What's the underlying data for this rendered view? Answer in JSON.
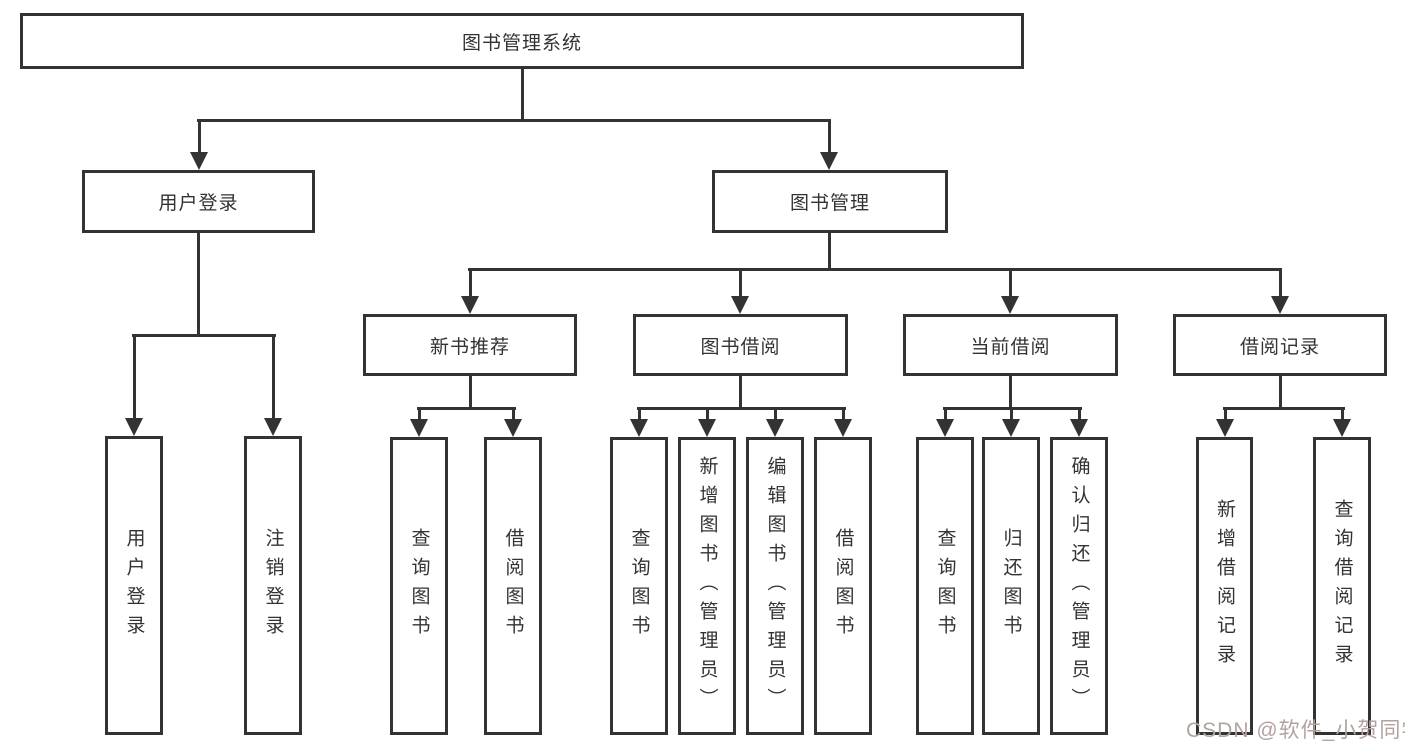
{
  "diagram": {
    "type": "tree-diagram",
    "title": "图书管理系统",
    "nodes": {
      "root": "图书管理系统",
      "user_login": "用户登录",
      "book_management": "图书管理",
      "ul_user_login": "用户登录",
      "ul_logout": "注销登录",
      "new_book_recommend": "新书推荐",
      "book_borrow": "图书借阅",
      "current_borrow": "当前借阅",
      "borrow_records": "借阅记录",
      "nb_query_books": "查询图书",
      "nb_borrow_books": "借阅图书",
      "bb_query_books": "查询图书",
      "bb_add_books": "新增图书（管理员）",
      "bb_edit_books": "编辑图书（管理员）",
      "bb_borrow_books": "借阅图书",
      "cb_query_books": "查询图书",
      "cb_return_books": "归还图书",
      "cb_confirm_return": "确认归还（管理员）",
      "br_add_record": "新增借阅记录",
      "br_query_record": "查询借阅记录"
    },
    "hierarchy": {
      "图书管理系统": {
        "用户登录": [
          "用户登录",
          "注销登录"
        ],
        "图书管理": {
          "新书推荐": [
            "查询图书",
            "借阅图书"
          ],
          "图书借阅": [
            "查询图书",
            "新增图书（管理员）",
            "编辑图书（管理员）",
            "借阅图书"
          ],
          "当前借阅": [
            "查询图书",
            "归还图书",
            "确认归还（管理员）"
          ],
          "借阅记录": [
            "新增借阅记录",
            "查询借阅记录"
          ]
        }
      }
    },
    "watermark": "CSDN @软件_小贺同学",
    "colors": {
      "line": "#333333",
      "background": "#ffffff",
      "watermark": "#b3a3a0"
    }
  }
}
